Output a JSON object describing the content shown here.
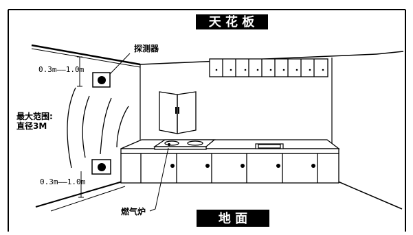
{
  "ceiling_label": "天 花 板",
  "floor_label": "地  面",
  "detector_label": "探测器",
  "range_label_line1": "最大范围:",
  "range_label_line2": "直径3M",
  "distance_top": "0.3m——1.0m",
  "distance_bottom": "0.3m——1.0m",
  "stove_label": "燃气炉",
  "colors": {
    "ink": "#000000",
    "background": "#ffffff"
  },
  "icons": [
    "smoke-detector-icon",
    "gas-stove-icon",
    "sink-icon",
    "cabinet-knob-icon"
  ]
}
